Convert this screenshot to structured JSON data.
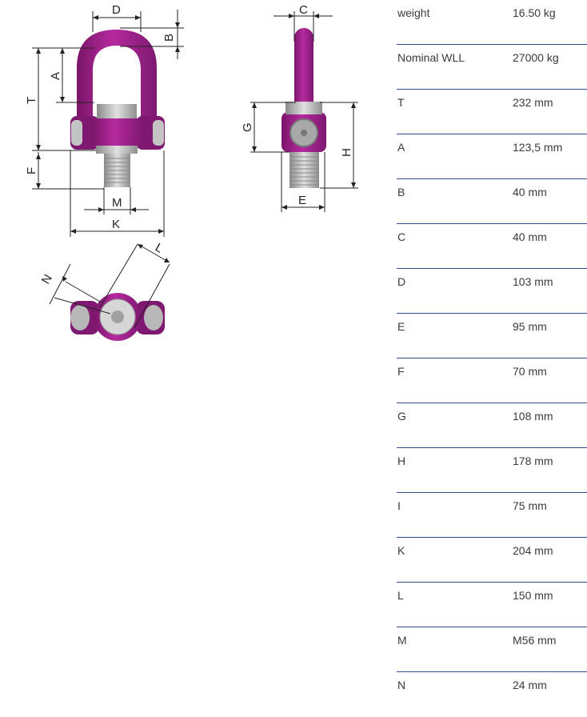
{
  "drawing": {
    "dimension_letters": {
      "D": "D",
      "B": "B",
      "A": "A",
      "T": "T",
      "F": "F",
      "M": "M",
      "K": "K",
      "C": "C",
      "G": "G",
      "H": "H",
      "E": "E",
      "N": "N",
      "L": "L"
    },
    "product_color": "#a3228f",
    "metal_color": "#b5b5b5"
  },
  "specs": [
    {
      "label": "weight",
      "value": "16.50 kg"
    },
    {
      "label": "Nominal WLL",
      "value": "27000 kg"
    },
    {
      "label": "T",
      "value": "232 mm"
    },
    {
      "label": "A",
      "value": "123,5 mm"
    },
    {
      "label": "B",
      "value": "40 mm"
    },
    {
      "label": "C",
      "value": "40 mm"
    },
    {
      "label": "D",
      "value": "103 mm"
    },
    {
      "label": "E",
      "value": "95 mm"
    },
    {
      "label": "F",
      "value": "70 mm"
    },
    {
      "label": "G",
      "value": "108 mm"
    },
    {
      "label": "H",
      "value": "178 mm"
    },
    {
      "label": "I",
      "value": "75 mm"
    },
    {
      "label": "K",
      "value": "204 mm"
    },
    {
      "label": "L",
      "value": "150 mm"
    },
    {
      "label": "M",
      "value": "M56 mm"
    },
    {
      "label": "N",
      "value": "24 mm"
    }
  ]
}
